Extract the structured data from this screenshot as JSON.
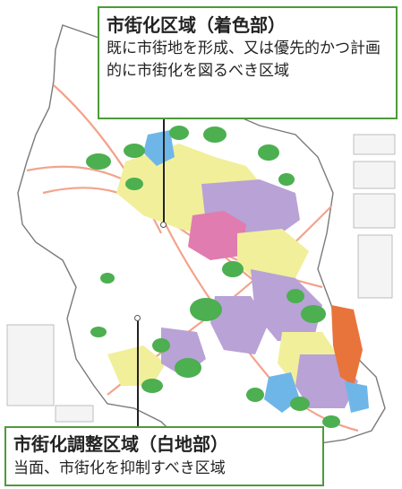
{
  "colors": {
    "accent_border": "#4e9a3b",
    "urban_green": "#4caf50",
    "urban_yellow": "#f1ef9a",
    "urban_purple": "#b8a2d6",
    "urban_pink": "#e07cb0",
    "urban_orange": "#e8743b",
    "urban_blue": "#6fb6e8",
    "road": "#f3a38b",
    "boundary": "#7a7a7a"
  },
  "callouts": {
    "urbanization_area": {
      "title": "市街化区域（着色部）",
      "body": "既に市街地を形成、又は優先的かつ計画的に市街化を図るべき区域"
    },
    "urbanization_control_area": {
      "title": "市街化調整区域（白地部）",
      "body": "当面、市街化を抑制すべき区域"
    }
  }
}
